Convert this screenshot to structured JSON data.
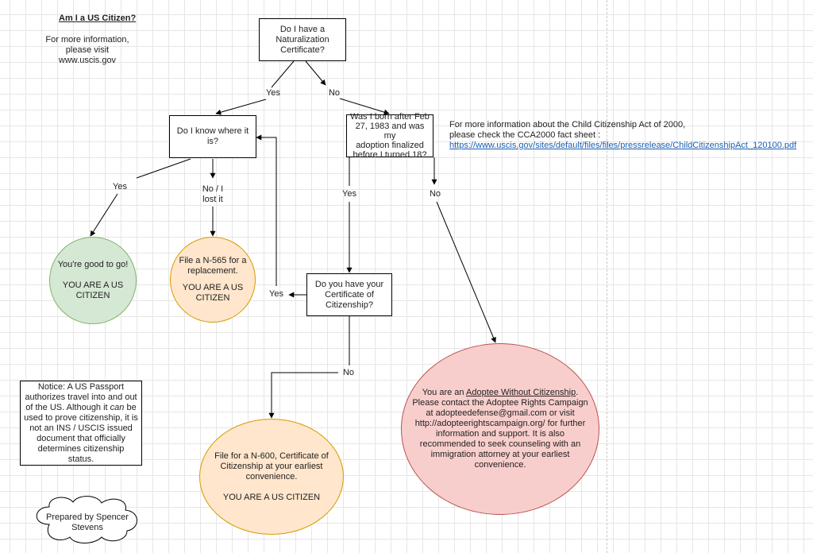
{
  "title": "Am I a US Citizen?",
  "info_lines": [
    "For more information,",
    "please visit",
    "www.uscis.gov"
  ],
  "q_naturalization": [
    "Do I have a",
    "Naturalization",
    "Certificate?"
  ],
  "q_know_where": [
    "Do I know where it",
    "is?"
  ],
  "q_born_after": [
    "Was I born after Feb",
    "27, 1983 and was my",
    "adoption finalized",
    "before I turned 18?"
  ],
  "q_certificate": [
    "Do you have your",
    "Certificate of",
    "Citizenship?"
  ],
  "labels": {
    "yes": "Yes",
    "no": "No",
    "no_lost": [
      "No / I",
      "lost it"
    ]
  },
  "good_to_go": {
    "line1": "You're good to go!",
    "line2": [
      "YOU ARE A US",
      "CITIZEN"
    ]
  },
  "n565": {
    "line1": [
      "File a N-565 for a",
      "replacement."
    ],
    "line2": [
      "YOU ARE A US",
      "CITIZEN"
    ]
  },
  "n600": {
    "line1": [
      "File for a N-600, Certificate of",
      "Citizenship at your earliest",
      "convenience."
    ],
    "line2": "YOU ARE A US CITIZEN"
  },
  "adoptee": {
    "prefix": "You are an ",
    "underlined": "Adoptee Without Citizenship",
    "suffix": ".",
    "rest": [
      "Please contact the Adoptee Rights Campaign",
      "at adopteedefense@gmail.com or visit",
      "http://adopteerightscampaign.org/ for further",
      "information and support. It is also",
      "recommended to seek counseling with an",
      "immigration attorney at your earliest",
      "convenience."
    ]
  },
  "cca_info": {
    "lines": [
      "For more information about the Child Citizenship Act of 2000,",
      "please check the CCA2000 fact sheet :"
    ],
    "link": "https://www.uscis.gov/sites/default/files/files/pressrelease/ChildCitizenshipAct_120100.pdf"
  },
  "notice": {
    "line1": [
      "Notice: A US Passport",
      "authorizes travel into and out",
      "of the US. Although it "
    ],
    "italic": "can",
    "line1_end": " be",
    "line2": [
      "used to prove citizenship, it is",
      "not an INS / USCIS issued",
      "document that officially",
      "determines citizenship status."
    ]
  },
  "prepared_by": [
    "Prepared by Spencer",
    "Stevens"
  ],
  "colors": {
    "green_fill": "#d5e8d4",
    "orange_fill": "#ffe6cc",
    "red_fill": "#f8cecc",
    "link": "#1a5fb4"
  }
}
